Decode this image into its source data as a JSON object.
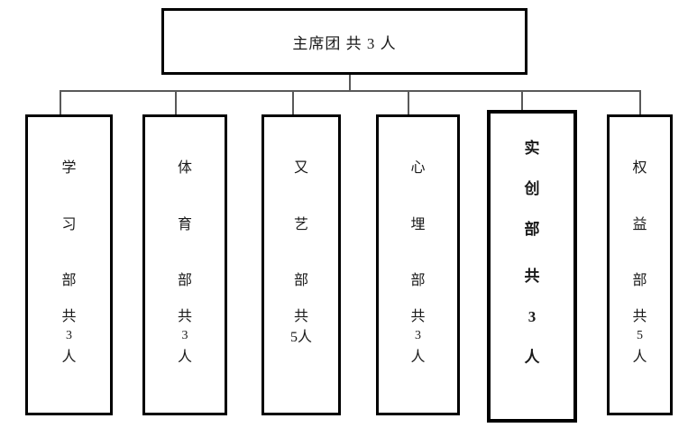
{
  "root": {
    "label": "主席团 共 3 人"
  },
  "departments": [
    {
      "name": "study",
      "lines": [
        "学",
        "习",
        "部",
        "共",
        "3",
        "人"
      ]
    },
    {
      "name": "sports",
      "lines": [
        "体",
        "育",
        "部",
        "共",
        "3",
        "人"
      ]
    },
    {
      "name": "arts",
      "lines": [
        "又",
        "艺",
        "部",
        "共",
        "5人"
      ]
    },
    {
      "name": "psychology",
      "lines": [
        "心",
        "埋",
        "部",
        "共",
        "3",
        "人"
      ]
    },
    {
      "name": "innovation",
      "lines": [
        "实",
        "创",
        "部",
        "共",
        "3",
        "人"
      ]
    },
    {
      "name": "rights",
      "lines": [
        "权",
        "益",
        "部",
        "共",
        "5",
        "人"
      ]
    }
  ],
  "colors": {
    "box_border": "#000000",
    "connector": "#595959",
    "text": "#1a1a1a",
    "background": "#ffffff"
  }
}
